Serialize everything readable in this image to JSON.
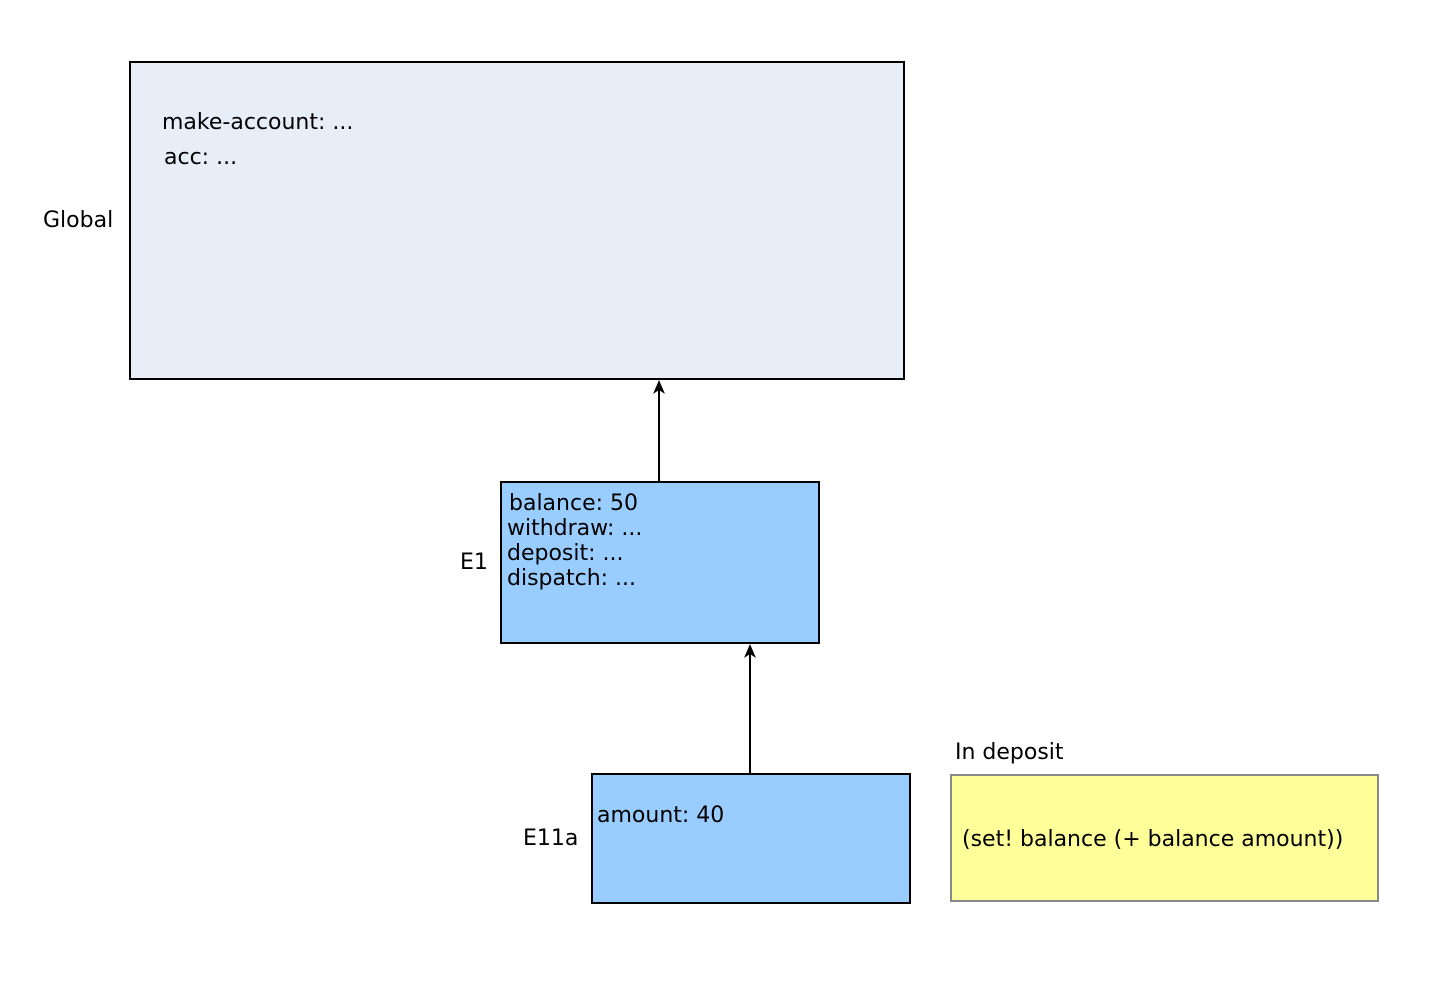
{
  "global": {
    "label": "Global",
    "bindings": [
      "make-account: ...",
      "acc: ..."
    ]
  },
  "e1": {
    "label": "E1",
    "bindings": [
      "balance: 50",
      "withdraw: ...",
      "deposit: ...",
      "dispatch: ..."
    ]
  },
  "e11a": {
    "label": "E11a",
    "bindings": [
      "amount: 40"
    ]
  },
  "note": {
    "title": "In deposit",
    "code": "(set! balance (+ balance amount))"
  },
  "colors": {
    "global_fill": "#e8eef8",
    "env_fill": "#99ccff",
    "note_fill": "#ffff99"
  }
}
